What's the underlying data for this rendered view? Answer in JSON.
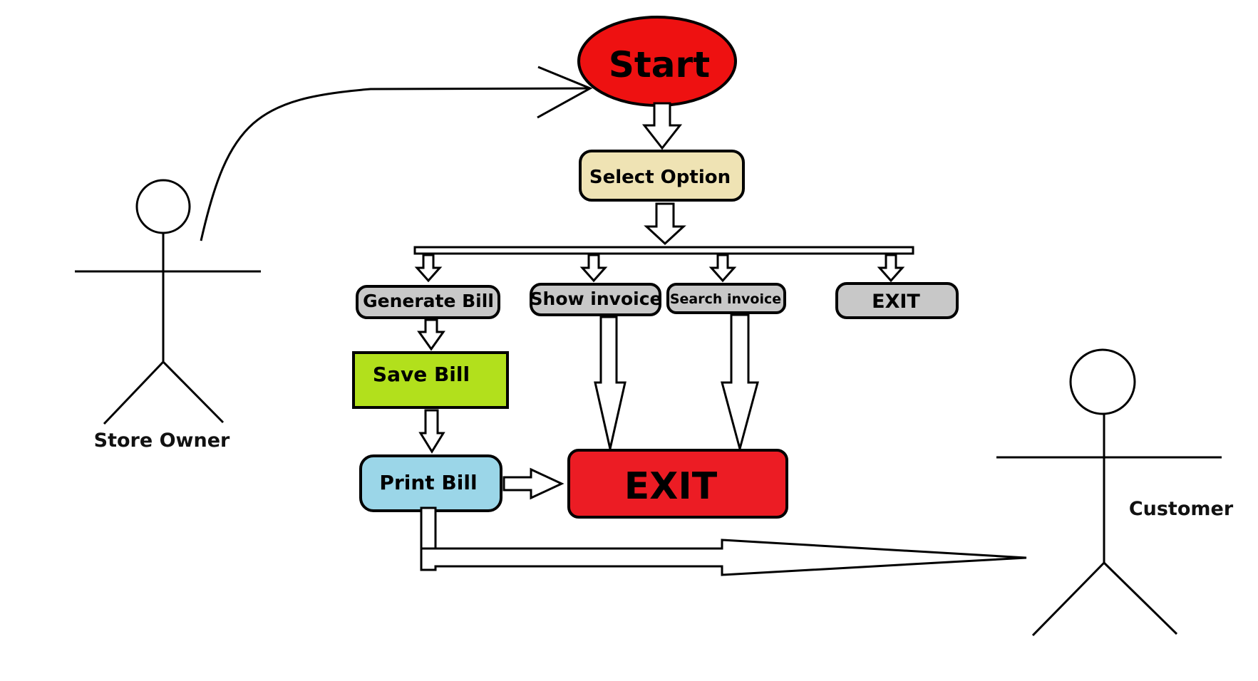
{
  "nodes": {
    "start": {
      "label": "Start",
      "color": "#ee1111"
    },
    "select_option": {
      "label": "Select Option",
      "color": "#efe3b4"
    },
    "generate_bill": {
      "label": "Generate Bill",
      "color": "#c8c8c8"
    },
    "show_invoice": {
      "label": "Show invoice",
      "color": "#c8c8c8"
    },
    "search_invoice": {
      "label": "Search invoice",
      "color": "#c8c8c8"
    },
    "exit_option": {
      "label": "EXIT",
      "color": "#c8c8c8"
    },
    "save_bill": {
      "label": "Save Bill",
      "color": "#b2e01c"
    },
    "print_bill": {
      "label": "Print Bill",
      "color": "#9bd6e8"
    },
    "exit_final": {
      "label": "EXIT",
      "color": "#ec1c24"
    }
  },
  "actors": {
    "store_owner": {
      "label": "Store Owner"
    },
    "customer": {
      "label": "Customer"
    }
  }
}
